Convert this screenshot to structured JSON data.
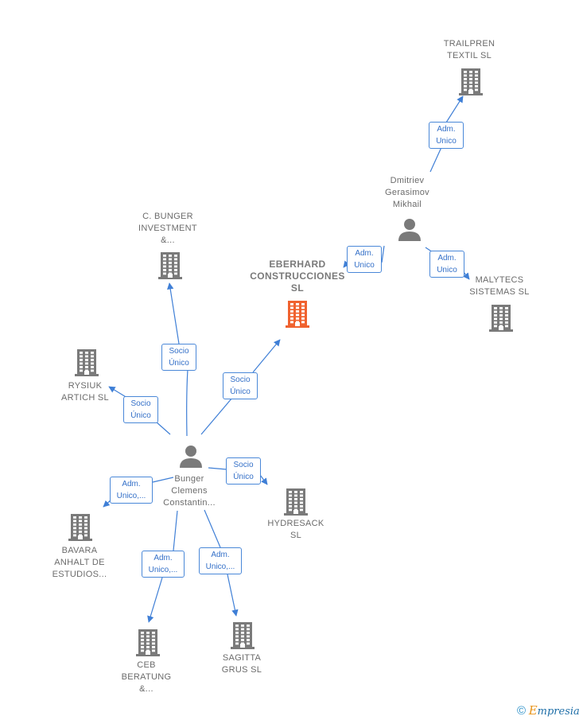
{
  "nodes": {
    "eberhard": {
      "lines": [
        "EBERHARD",
        "CONSTRUCCIONES",
        "SL"
      ]
    },
    "trailpren": {
      "lines": [
        "TRAILPREN",
        "TEXTIL  SL"
      ]
    },
    "dmitriev": {
      "lines": [
        "Dmitriev",
        "Gerasimov",
        "Mikhail"
      ]
    },
    "malytecs": {
      "lines": [
        "MALYTECS",
        "SISTEMAS  SL"
      ]
    },
    "bunger_investment": {
      "lines": [
        "C.  BUNGER",
        "INVESTMENT",
        "&..."
      ]
    },
    "rysiuk": {
      "lines": [
        "RYSIUK",
        "ARTICH  SL"
      ]
    },
    "bunger_clemens": {
      "lines": [
        "Bunger",
        "Clemens",
        "Constantin..."
      ]
    },
    "hydresack": {
      "lines": [
        "HYDRESACK",
        "SL"
      ]
    },
    "bavara": {
      "lines": [
        "BAVARA",
        "ANHALT DE",
        "ESTUDIOS..."
      ]
    },
    "ceb": {
      "lines": [
        "CEB",
        "BERATUNG",
        "&..."
      ]
    },
    "sagitta": {
      "lines": [
        "SAGITTA",
        "GRUS  SL"
      ]
    }
  },
  "edges": {
    "dmitriev_trailpren": [
      "Adm.",
      "Unico"
    ],
    "dmitriev_eberhard": [
      "Adm.",
      "Unico"
    ],
    "dmitriev_malytecs": [
      "Adm.",
      "Unico"
    ],
    "clemens_investment": [
      "Socio",
      "Único"
    ],
    "clemens_eberhard": [
      "Socio",
      "Único"
    ],
    "clemens_rysiuk": [
      "Socio",
      "Único"
    ],
    "clemens_hydresack": [
      "Socio",
      "Único"
    ],
    "clemens_bavara": [
      "Adm.",
      "Unico,..."
    ],
    "clemens_ceb": [
      "Adm.",
      "Unico,..."
    ],
    "clemens_sagitta": [
      "Adm.",
      "Unico,..."
    ]
  },
  "colors": {
    "edge": "#3f7fd6",
    "building": "#7a7a7a",
    "building_main": "#f0622f",
    "person": "#7a7a7a"
  },
  "brand": {
    "copyright": "©",
    "first_letter": "E",
    "rest": "mpresia"
  }
}
